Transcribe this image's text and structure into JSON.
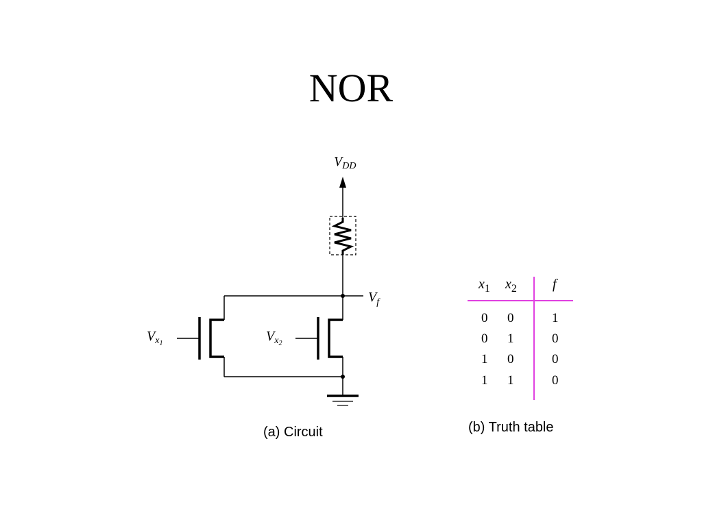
{
  "slide": {
    "title": "NOR"
  },
  "circuit": {
    "vdd_label": "V",
    "vdd_sub": "DD",
    "vf_label": "V",
    "vf_sub": "f",
    "vx1_label": "V",
    "vx1_sub": "x",
    "vx1_subsub": "1",
    "vx2_label": "V",
    "vx2_sub": "x",
    "vx2_subsub": "2",
    "caption": "(a) Circuit"
  },
  "truth_table": {
    "headers": [
      {
        "var": "x",
        "sub": "1"
      },
      {
        "var": "x",
        "sub": "2"
      },
      {
        "var": "f",
        "sub": ""
      }
    ],
    "rows": [
      [
        "0",
        "0",
        "1"
      ],
      [
        "0",
        "1",
        "0"
      ],
      [
        "1",
        "0",
        "0"
      ],
      [
        "1",
        "1",
        "0"
      ]
    ],
    "rule_color": "#e040e0",
    "caption": "(b) Truth table"
  }
}
